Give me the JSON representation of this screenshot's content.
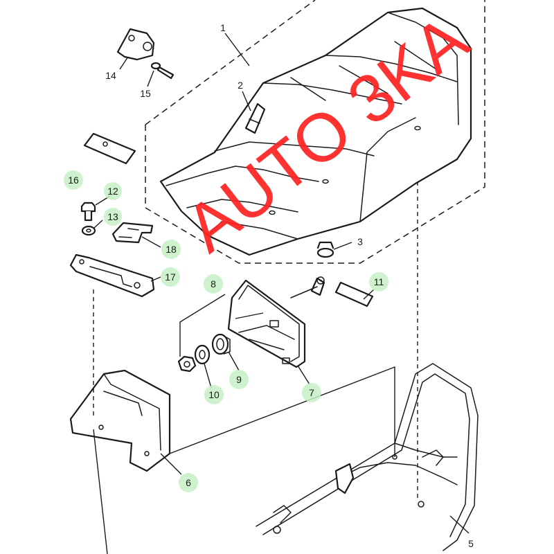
{
  "watermark": "AUTO 3KA",
  "colors": {
    "watermark": "#ff2323",
    "highlight": "#c6f0c6",
    "line": "#1a1a1a"
  },
  "labels": {
    "p1": "1",
    "p2": "2",
    "p3": "3",
    "p5": "5",
    "p6": "6",
    "p7": "7",
    "p8": "8",
    "p9": "9",
    "p10": "10",
    "p11": "11",
    "p12": "12",
    "p13": "13",
    "p14": "14",
    "p15": "15",
    "p16": "16",
    "p17": "17",
    "p18": "18"
  }
}
